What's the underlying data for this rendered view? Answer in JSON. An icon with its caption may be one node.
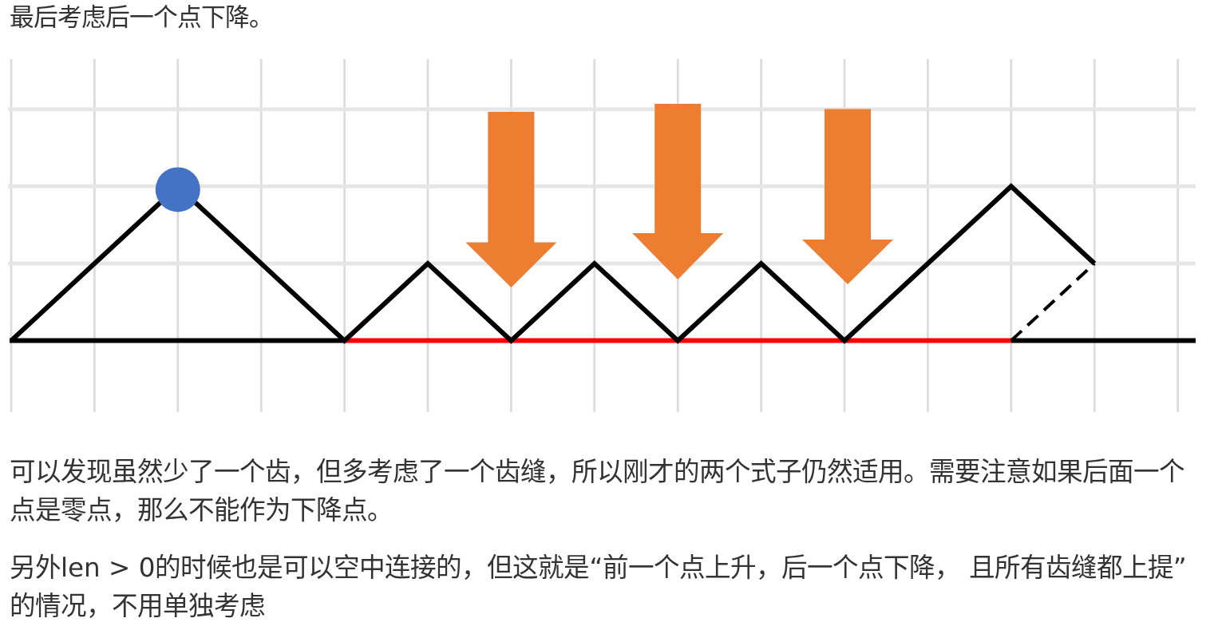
{
  "diagram": {
    "labels": [
      "最后考虑后一个点下降。",
      "可以发现虽然少了一个齿，但多考虑了一个齿缝，所以刚才的两个式子仍然适用。需要注意如果后面一个点是零点，那么不能作为下降点。",
      "另外len > 0的时候也是可以空中连接的，但这就是“前一个点上升，后一个点下降， 且所有齿缝都上提”的情况，不用单独考虑"
    ]
  }
}
